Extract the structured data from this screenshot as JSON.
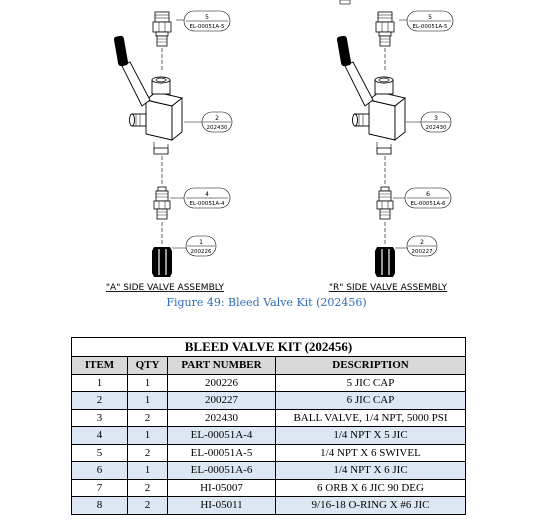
{
  "assemblies": [
    {
      "label": "\"A\" SIDE VALVE ASSEMBLY",
      "callouts": [
        {
          "item": "5",
          "part": "EL-00051A-5"
        },
        {
          "item": "2",
          "part": "202430"
        },
        {
          "item": "4",
          "part": "EL-00051A-4"
        },
        {
          "item": "1",
          "part": "200226"
        }
      ]
    },
    {
      "label": "\"R\" SIDE VALVE ASSEMBLY",
      "callouts": [
        {
          "item": "5",
          "part": "EL-00051A-5"
        },
        {
          "item": "3",
          "part": "202430"
        },
        {
          "item": "6",
          "part": "EL-00051A-6"
        },
        {
          "item": "2",
          "part": "200227"
        }
      ]
    }
  ],
  "caption": "Figure 49: Bleed Valve Kit (202456)",
  "table": {
    "title": "BLEED VALVE KIT (202456)",
    "headers": [
      "ITEM",
      "QTY",
      "PART NUMBER",
      "DESCRIPTION"
    ],
    "rows": [
      [
        "1",
        "1",
        "200226",
        "5 JIC CAP"
      ],
      [
        "2",
        "1",
        "200227",
        "6 JIC CAP"
      ],
      [
        "3",
        "2",
        "202430",
        "BALL VALVE, 1/4 NPT, 5000 PSI"
      ],
      [
        "4",
        "1",
        "EL-00051A-4",
        "1/4 NPT X 5 JIC"
      ],
      [
        "5",
        "2",
        "EL-00051A-5",
        "1/4 NPT X 6 SWIVEL"
      ],
      [
        "6",
        "1",
        "EL-00051A-6",
        "1/4 NPT X 6 JIC"
      ],
      [
        "7",
        "2",
        "HI-05007",
        "6 ORB X 6 JIC 90 DEG"
      ],
      [
        "8",
        "2",
        "HI-05011",
        "9/16-18 O-RING X #6 JIC"
      ]
    ]
  },
  "colors": {
    "caption": "#2f6db5",
    "row_alt": "#dde7f3",
    "header_bg": "#d9d9d9"
  }
}
